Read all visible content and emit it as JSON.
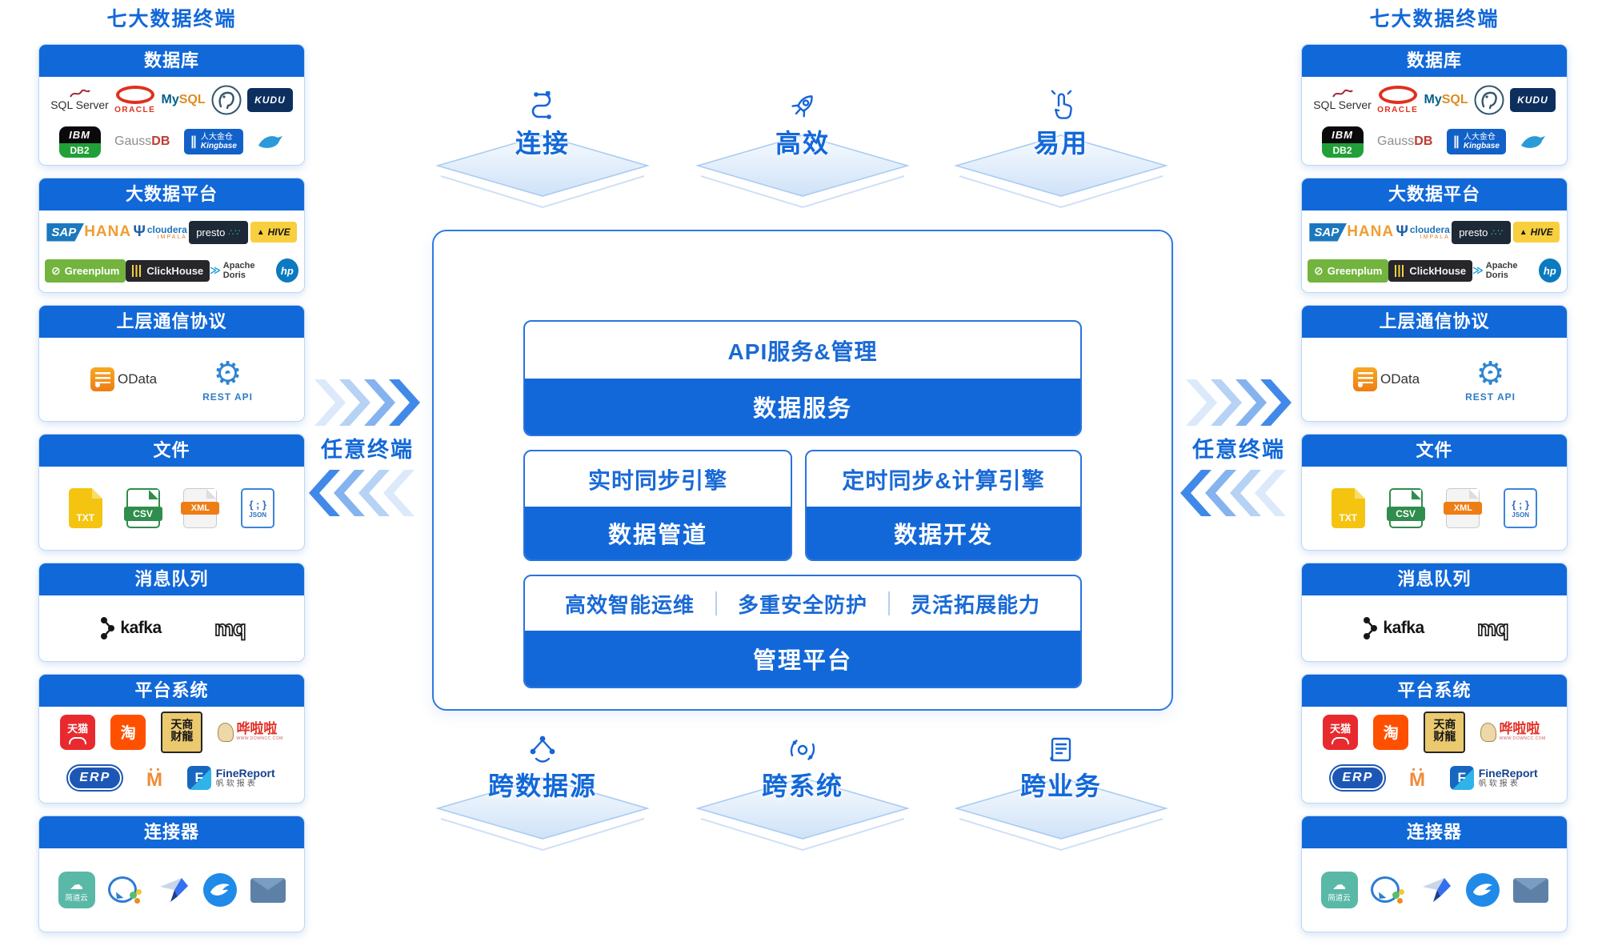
{
  "colors": {
    "primary_blue": "#1268d8",
    "header_blue": "#1168d8",
    "panel_border": "#bcd7f5",
    "diamond_border": "#a9cbf2",
    "chevron_strong": "#4189e8"
  },
  "terminal_column": {
    "title": "七大数据终端",
    "sections": [
      {
        "title": "数据库",
        "rows": [
          [
            {
              "id": "sqlserver",
              "label": "SQL Server"
            },
            {
              "id": "oracle",
              "label": "ORACLE"
            },
            {
              "id": "mysql",
              "label": "My",
              "label2": "SQL"
            },
            {
              "id": "postgresql",
              "label": ""
            },
            {
              "id": "kudu",
              "label": "KUDU"
            }
          ],
          [
            {
              "id": "ibm-db2",
              "label": "IBM",
              "label2": "DB2"
            },
            {
              "id": "gaussdb",
              "label": "Gauss",
              "label2": "DB"
            },
            {
              "id": "kingbase",
              "label": "人大金仓",
              "label2": "Kingbase"
            },
            {
              "id": "bird",
              "label": ""
            }
          ]
        ]
      },
      {
        "title": "大数据平台",
        "rows": [
          [
            {
              "id": "sap-hana",
              "label": "SAP",
              "label2": "HANA"
            },
            {
              "id": "cloudera",
              "label": "cloudera",
              "label2": "IMPALA"
            },
            {
              "id": "presto",
              "label": "presto"
            },
            {
              "id": "hive",
              "label": "HIVE"
            }
          ],
          [
            {
              "id": "greenplum",
              "label": "Greenplum"
            },
            {
              "id": "clickhouse",
              "label": "ClickHouse"
            },
            {
              "id": "apache-doris",
              "label": "Apache Doris"
            },
            {
              "id": "hp",
              "label": "hp"
            }
          ]
        ]
      },
      {
        "title": "上层通信协议",
        "rows": [
          [
            {
              "id": "odata",
              "label": "OData"
            },
            {
              "id": "rest-api",
              "label": "REST API"
            }
          ]
        ]
      },
      {
        "title": "文件",
        "rows": [
          [
            {
              "id": "txt-file",
              "label": "TXT"
            },
            {
              "id": "csv-file",
              "label": "CSV"
            },
            {
              "id": "xml-file",
              "label": "XML"
            },
            {
              "id": "json-file",
              "label": "JSON"
            }
          ]
        ]
      },
      {
        "title": "消息队列",
        "rows": [
          [
            {
              "id": "kafka",
              "label": "kafka"
            },
            {
              "id": "mq",
              "label": "mq"
            }
          ]
        ]
      },
      {
        "title": "平台系统",
        "rows": [
          [
            {
              "id": "tmall",
              "label": "天猫"
            },
            {
              "id": "taobao",
              "label": "淘"
            },
            {
              "id": "tianshang",
              "label": "天商",
              "label2": "财龍"
            },
            {
              "id": "hualala",
              "label": "哗啦啦",
              "label2": "WWW.DOWNCC.COM"
            }
          ],
          [
            {
              "id": "erp",
              "label": "ERP"
            },
            {
              "id": "mingdao",
              "label": ""
            },
            {
              "id": "finereport",
              "label": "FineReport",
              "label2": "帆软报表"
            }
          ]
        ]
      },
      {
        "title": "连接器",
        "rows": [
          [
            {
              "id": "jiandaoyun",
              "label": "简道云"
            },
            {
              "id": "wecom",
              "label": ""
            },
            {
              "id": "feishu",
              "label": ""
            },
            {
              "id": "dingtalk",
              "label": ""
            },
            {
              "id": "mail",
              "label": ""
            }
          ]
        ]
      }
    ]
  },
  "center": {
    "top_features": [
      {
        "id": "connect",
        "label": "连接"
      },
      {
        "id": "efficient",
        "label": "高效"
      },
      {
        "id": "easy",
        "label": "易用"
      }
    ],
    "main_box": {
      "data_service": {
        "title": "API服务&管理",
        "bar": "数据服务"
      },
      "data_pipeline": {
        "title": "实时同步引擎",
        "bar": "数据管道"
      },
      "data_develop": {
        "title": "定时同步&计算引擎",
        "bar": "数据开发"
      },
      "management": {
        "items": [
          "高效智能运维",
          "多重安全防护",
          "灵活拓展能力"
        ],
        "bar": "管理平台"
      }
    },
    "bottom_features": [
      {
        "id": "cross-datasource",
        "label": "跨数据源"
      },
      {
        "id": "cross-system",
        "label": "跨系统"
      },
      {
        "id": "cross-business",
        "label": "跨业务"
      }
    ]
  },
  "arrows": {
    "left_label": "任意终端",
    "right_label": "任意终端"
  }
}
